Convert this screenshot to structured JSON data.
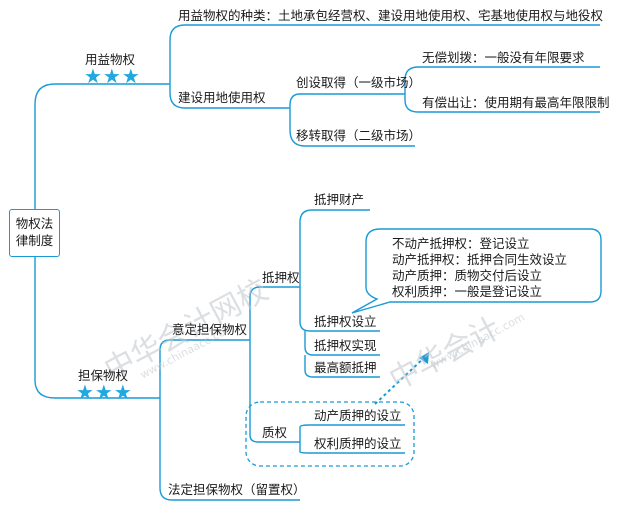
{
  "root": {
    "line1": "物权法",
    "line2": "律制度"
  },
  "usufruct": {
    "title": "用益物权",
    "stars": "★★★",
    "types": "用益物权的种类：土地承包经营权、建设用地使用权、宅基地使用权与地役权",
    "construction_land": "建设用地使用权",
    "original": "创设取得（一级市场）",
    "allocation": "无偿划拨：一般没有年限要求",
    "transfer_paid": "有偿出让：使用期有最高年限限制",
    "secondary": "移转取得（二级市场）"
  },
  "security": {
    "title": "担保物权",
    "stars": "★★★",
    "consensual": "意定担保物权",
    "statutory": "法定担保物权（留置权）",
    "mortgage": "抵押权",
    "mortgage_property": "抵押财产",
    "mortgage_setup": "抵押权设立",
    "mortgage_realize": "抵押权实现",
    "max_mortgage": "最高额抵押",
    "pledge": "质权",
    "movable_pledge": "动产质押的设立",
    "rights_pledge": "权利质押的设立",
    "callout": [
      "不动产抵押权：登记设立",
      "动产抵押权：抵押合同生效设立",
      "动产质押：质物交付后设立",
      "权利质押：一般是登记设立"
    ]
  },
  "watermark": {
    "brand": "中华会计网校",
    "url": "www.chinaacc.com",
    "brand2": "中华会计",
    "url2": "www.chinaacc.com"
  },
  "colors": {
    "line": "#1a9ad6",
    "star": "#20a8e0",
    "text": "#1a1a1a"
  }
}
